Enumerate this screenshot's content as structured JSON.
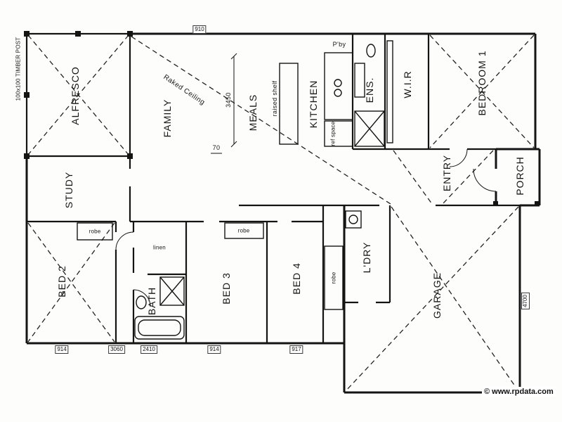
{
  "plan": {
    "rooms": [
      {
        "id": "alfresco",
        "label": "ALFRESCO"
      },
      {
        "id": "family",
        "label": "FAMILY"
      },
      {
        "id": "meals",
        "label": "MEALS"
      },
      {
        "id": "kitchen",
        "label": "KITCHEN"
      },
      {
        "id": "ens",
        "label": "ENS."
      },
      {
        "id": "wir",
        "label": "W.I.R"
      },
      {
        "id": "bedroom1",
        "label": "BEDROOM 1"
      },
      {
        "id": "porch",
        "label": "PORCH"
      },
      {
        "id": "entry",
        "label": "ENTRY"
      },
      {
        "id": "study",
        "label": "STUDY"
      },
      {
        "id": "bed2",
        "label": "BED 2"
      },
      {
        "id": "bath",
        "label": "BATH"
      },
      {
        "id": "bed3",
        "label": "BED 3"
      },
      {
        "id": "bed4",
        "label": "BED 4"
      },
      {
        "id": "ldry",
        "label": "L'DRY"
      },
      {
        "id": "garage",
        "label": "GARAGE"
      }
    ],
    "annotations": {
      "timber_post": "100x100 TIMBER POST",
      "raked_ceiling": "Raked Ceiling",
      "raised_shelf": "raised shelf",
      "pantry": "P'by",
      "ref_space": "ref space",
      "linen": "linen",
      "robe": "robe",
      "dim_3450": "3450",
      "dim_70": "70",
      "garage_dim": "4700",
      "window_top": "910",
      "windows": [
        "914",
        "3060",
        "2410",
        "914",
        "917"
      ]
    },
    "watermark": "© www.rpdata.com",
    "colors": {
      "line": "#141414",
      "paper": "#fdfdfb"
    }
  }
}
